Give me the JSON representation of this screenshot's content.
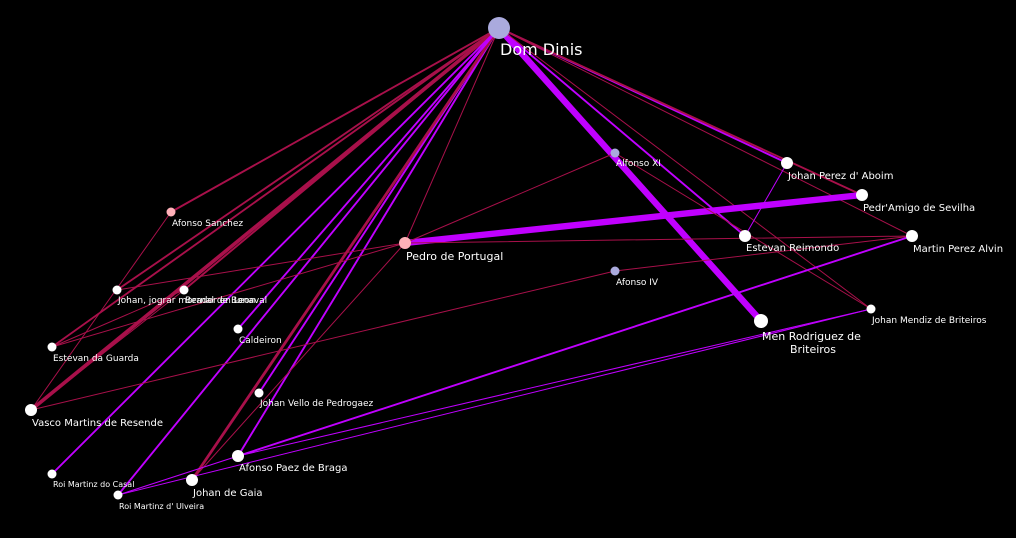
{
  "graph": {
    "colors": {
      "background": "#000000",
      "edge_magenta": "#c000ff",
      "edge_crimson": "#a8104a",
      "node_white": "#ffffff",
      "node_lavender": "#aaaadd",
      "node_pink": "#ffb0b8",
      "label": "#ffffff"
    },
    "nodes": [
      {
        "id": "dom-dinis",
        "label": "Dom Dinis",
        "color": "lavender",
        "size": "xl"
      },
      {
        "id": "alfonso-xi",
        "label": "Alfonso XI",
        "color": "lavender",
        "size": "s"
      },
      {
        "id": "johan-perez-daboim",
        "label": "Johan Perez d' Aboim",
        "color": "white",
        "size": "m"
      },
      {
        "id": "pedramigo-de-sevilha",
        "label": "Pedr'Amigo de Sevilha",
        "color": "white",
        "size": "m"
      },
      {
        "id": "estevan-reimondo",
        "label": "Estevan Reimondo",
        "color": "white",
        "size": "m"
      },
      {
        "id": "martin-perez-alvin",
        "label": "Martin Perez Alvin",
        "color": "white",
        "size": "m"
      },
      {
        "id": "afonso-sanchez",
        "label": "Afonso Sanchez",
        "color": "pink",
        "size": "s"
      },
      {
        "id": "pedro-de-portugal",
        "label": "Pedro de Portugal",
        "color": "pink",
        "size": "m"
      },
      {
        "id": "afonso-iv",
        "label": "Afonso IV",
        "color": "lavender",
        "size": "s"
      },
      {
        "id": "johan-jograr",
        "label": "Johan, jograr morador en Leon",
        "color": "white",
        "size": "s"
      },
      {
        "id": "bernal-de-bonaval",
        "label": "Bernal de Bonaval",
        "color": "white",
        "size": "s"
      },
      {
        "id": "johan-mendiz-de-briteiros",
        "label": "Johan Mendiz de Briteiros",
        "color": "white",
        "size": "s"
      },
      {
        "id": "men-rodriguez-de-briteiros",
        "label": "Men Rodriguez de Briteiros",
        "color": "white",
        "size": "l"
      },
      {
        "id": "caldeiron",
        "label": "Caldeiron",
        "color": "white",
        "size": "s"
      },
      {
        "id": "estevan-da-guarda",
        "label": "Estevan da Guarda",
        "color": "white",
        "size": "s"
      },
      {
        "id": "johan-vello-de-pedrogaez",
        "label": "Johan Vello de Pedrogaez",
        "color": "white",
        "size": "s"
      },
      {
        "id": "vasco-martins-de-resende",
        "label": "Vasco Martins de Resende",
        "color": "white",
        "size": "m"
      },
      {
        "id": "afonso-paez-de-braga",
        "label": "Afonso Paez de Braga",
        "color": "white",
        "size": "m"
      },
      {
        "id": "roi-martinz-do-casal",
        "label": "Roi Martinz do Casal",
        "color": "white",
        "size": "s"
      },
      {
        "id": "johan-de-gaia",
        "label": "Johan de Gaia",
        "color": "white",
        "size": "m"
      },
      {
        "id": "roi-martinz-dulveira",
        "label": "Roi Martinz d' Ulveira",
        "color": "white",
        "size": "s"
      }
    ],
    "edges": [
      {
        "source": "dom-dinis",
        "target": "men-rodriguez-de-briteiros",
        "color": "magenta",
        "weight": 7
      },
      {
        "source": "dom-dinis",
        "target": "johan-perez-daboim",
        "color": "magenta",
        "weight": 2
      },
      {
        "source": "dom-dinis",
        "target": "estevan-reimondo",
        "color": "magenta",
        "weight": 2
      },
      {
        "source": "dom-dinis",
        "target": "pedramigo-de-sevilha",
        "color": "crimson",
        "weight": 2
      },
      {
        "source": "dom-dinis",
        "target": "martin-perez-alvin",
        "color": "crimson",
        "weight": 1
      },
      {
        "source": "dom-dinis",
        "target": "johan-mendiz-de-briteiros",
        "color": "crimson",
        "weight": 1
      },
      {
        "source": "dom-dinis",
        "target": "pedro-de-portugal",
        "color": "crimson",
        "weight": 1
      },
      {
        "source": "dom-dinis",
        "target": "afonso-sanchez",
        "color": "crimson",
        "weight": 2
      },
      {
        "source": "dom-dinis",
        "target": "johan-jograr",
        "color": "crimson",
        "weight": 2
      },
      {
        "source": "dom-dinis",
        "target": "bernal-de-bonaval",
        "color": "crimson",
        "weight": 2
      },
      {
        "source": "dom-dinis",
        "target": "estevan-da-guarda",
        "color": "crimson",
        "weight": 2
      },
      {
        "source": "dom-dinis",
        "target": "vasco-martins-de-resende",
        "color": "crimson",
        "weight": 4
      },
      {
        "source": "dom-dinis",
        "target": "caldeiron",
        "color": "magenta",
        "weight": 2
      },
      {
        "source": "dom-dinis",
        "target": "roi-martinz-do-casal",
        "color": "magenta",
        "weight": 2
      },
      {
        "source": "dom-dinis",
        "target": "johan-vello-de-pedrogaez",
        "color": "magenta",
        "weight": 2
      },
      {
        "source": "dom-dinis",
        "target": "afonso-paez-de-braga",
        "color": "magenta",
        "weight": 2
      },
      {
        "source": "dom-dinis",
        "target": "johan-de-gaia",
        "color": "crimson",
        "weight": 3
      },
      {
        "source": "dom-dinis",
        "target": "roi-martinz-dulveira",
        "color": "magenta",
        "weight": 2
      },
      {
        "source": "pedro-de-portugal",
        "target": "pedramigo-de-sevilha",
        "color": "magenta",
        "weight": 7
      },
      {
        "source": "pedro-de-portugal",
        "target": "alfonso-xi",
        "color": "crimson",
        "weight": 1
      },
      {
        "source": "pedro-de-portugal",
        "target": "estevan-da-guarda",
        "color": "crimson",
        "weight": 1
      },
      {
        "source": "pedro-de-portugal",
        "target": "johan-jograr",
        "color": "crimson",
        "weight": 1
      },
      {
        "source": "pedro-de-portugal",
        "target": "johan-de-gaia",
        "color": "crimson",
        "weight": 1
      },
      {
        "source": "pedro-de-portugal",
        "target": "martin-perez-alvin",
        "color": "crimson",
        "weight": 1
      },
      {
        "source": "alfonso-xi",
        "target": "johan-mendiz-de-briteiros",
        "color": "crimson",
        "weight": 1
      },
      {
        "source": "afonso-iv",
        "target": "martin-perez-alvin",
        "color": "crimson",
        "weight": 1
      },
      {
        "source": "afonso-iv",
        "target": "vasco-martins-de-resende",
        "color": "crimson",
        "weight": 1
      },
      {
        "source": "johan-perez-daboim",
        "target": "estevan-reimondo",
        "color": "magenta",
        "weight": 1
      },
      {
        "source": "afonso-sanchez",
        "target": "vasco-martins-de-resende",
        "color": "crimson",
        "weight": 1
      },
      {
        "source": "afonso-paez-de-braga",
        "target": "martin-perez-alvin",
        "color": "magenta",
        "weight": 2
      },
      {
        "source": "afonso-paez-de-braga",
        "target": "johan-mendiz-de-briteiros",
        "color": "magenta",
        "weight": 1
      },
      {
        "source": "roi-martinz-dulveira",
        "target": "johan-mendiz-de-briteiros",
        "color": "magenta",
        "weight": 1
      },
      {
        "source": "roi-martinz-dulveira",
        "target": "afonso-paez-de-braga",
        "color": "magenta",
        "weight": 1
      },
      {
        "source": "estevan-da-guarda",
        "target": "bernal-de-bonaval",
        "color": "crimson",
        "weight": 1
      },
      {
        "source": "vasco-martins-de-resende",
        "target": "bernal-de-bonaval",
        "color": "crimson",
        "weight": 1
      }
    ]
  }
}
